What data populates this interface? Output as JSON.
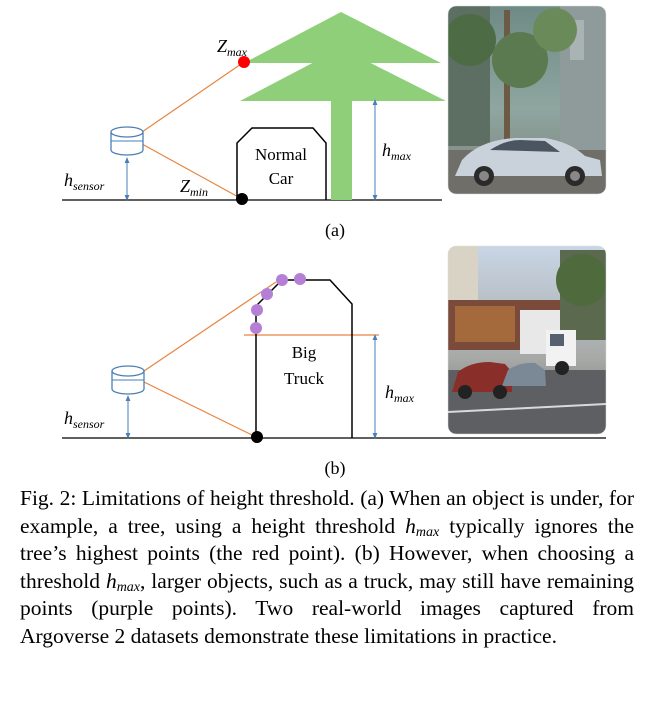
{
  "panel_a": {
    "label": "(a)",
    "h_sensor": {
      "main": "h",
      "sub": "sensor"
    },
    "z_max": {
      "main": "Z",
      "sub": "max"
    },
    "z_min": {
      "main": "Z",
      "sub": "min"
    },
    "object_line1": "Normal",
    "object_line2": "Car",
    "h_max": {
      "main": "h",
      "sub": "max"
    }
  },
  "panel_b": {
    "label": "(b)",
    "h_sensor": {
      "main": "h",
      "sub": "sensor"
    },
    "object_line1": "Big",
    "object_line2": "Truck",
    "h_max": {
      "main": "h",
      "sub": "max"
    }
  },
  "colors": {
    "ray": "#e8843f",
    "arrow": "#4a7fb5",
    "tree": "#8fcf7a",
    "sensor": "#4a7fb5",
    "max_point": "#ff0000",
    "remaining_points": "#b57fd6",
    "ground_point": "#000000"
  },
  "caption": {
    "prefix": "Fig. 2: Limitations of height threshold. (a) When an object is under, for example, a tree, using a height threshold ",
    "sym1_main": "h",
    "sym1_sub": "max",
    "mid": " typically ignores the tree’s highest points (the red point). (b) However, when choosing a threshold ",
    "sym2_main": "h",
    "sym2_sub": "max",
    "suffix": ", larger objects, such as a truck, may still have remaining points (purple points). Two real-world images captured from Argoverse 2 datasets demonstrate these limitations in practice."
  }
}
